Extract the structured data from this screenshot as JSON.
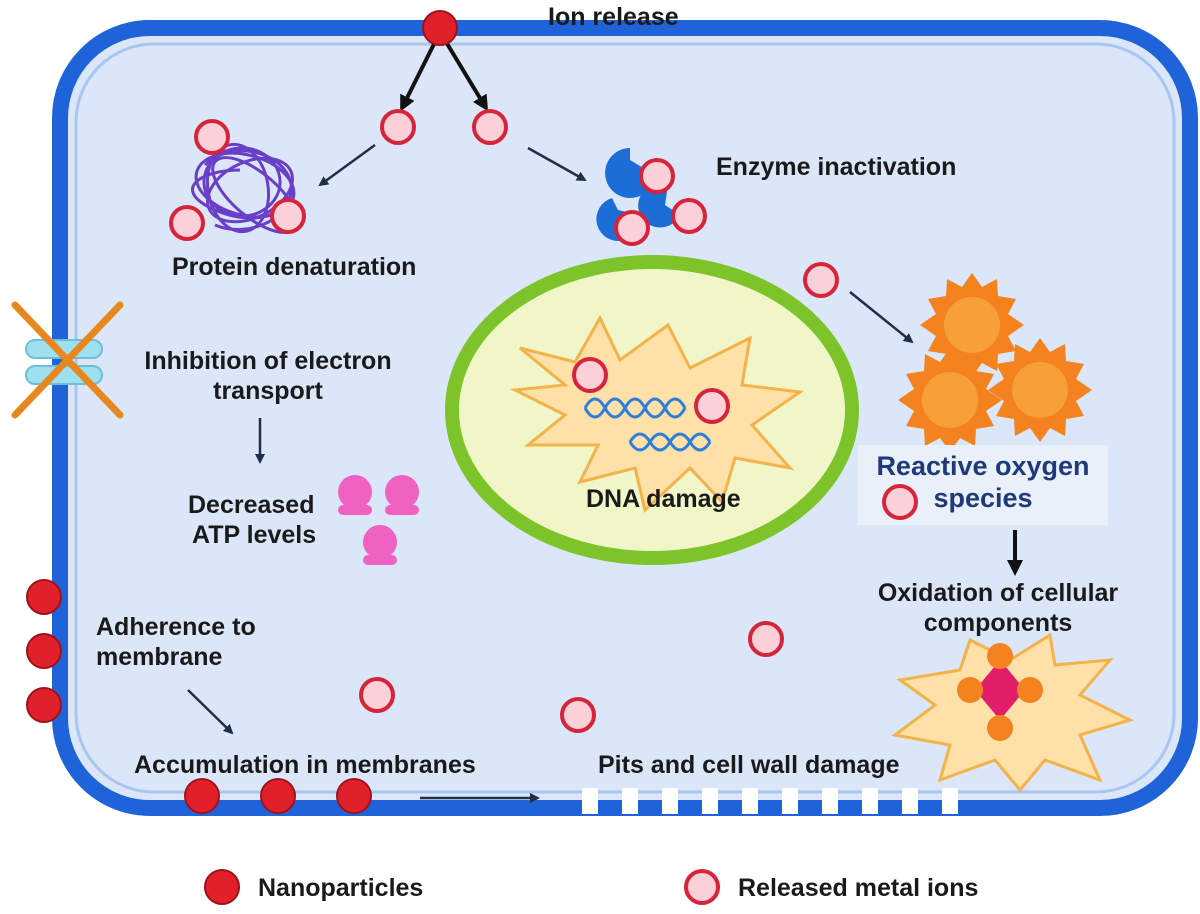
{
  "labels": {
    "ion_release": "Ion release",
    "protein_denaturation": "Protein denaturation",
    "enzyme_inactivation": "Enzyme inactivation",
    "inhibition_line1": "Inhibition of electron",
    "inhibition_line2": "transport",
    "decreased_line1": "Decreased",
    "decreased_line2": "ATP levels",
    "dna_damage": "DNA damage",
    "ros_line1": "Reactive oxygen",
    "ros_line2": "species",
    "oxidation_line1": "Oxidation of cellular",
    "oxidation_line2": "components",
    "adherence_line1": "Adherence to",
    "adherence_line2": "membrane",
    "accumulation": "Accumulation in membranes",
    "pits": "Pits and cell wall damage"
  },
  "legend": {
    "nanoparticles": "Nanoparticles",
    "released_ions": "Released metal ions"
  },
  "colors": {
    "membrane": "#1f63d8",
    "cytoplasm": "#dbe7f8",
    "nanoparticle": "#e0202a",
    "ion_fill": "#fbd0d8",
    "ion_stroke": "#d6243a",
    "nucleus_ring": "#7dc42a",
    "nucleus_fill": "#f0f6c8",
    "star": "#f4831f",
    "atp": "#f062c2",
    "enzyme": "#1c6ed6",
    "protein": "#6a3fc8"
  }
}
